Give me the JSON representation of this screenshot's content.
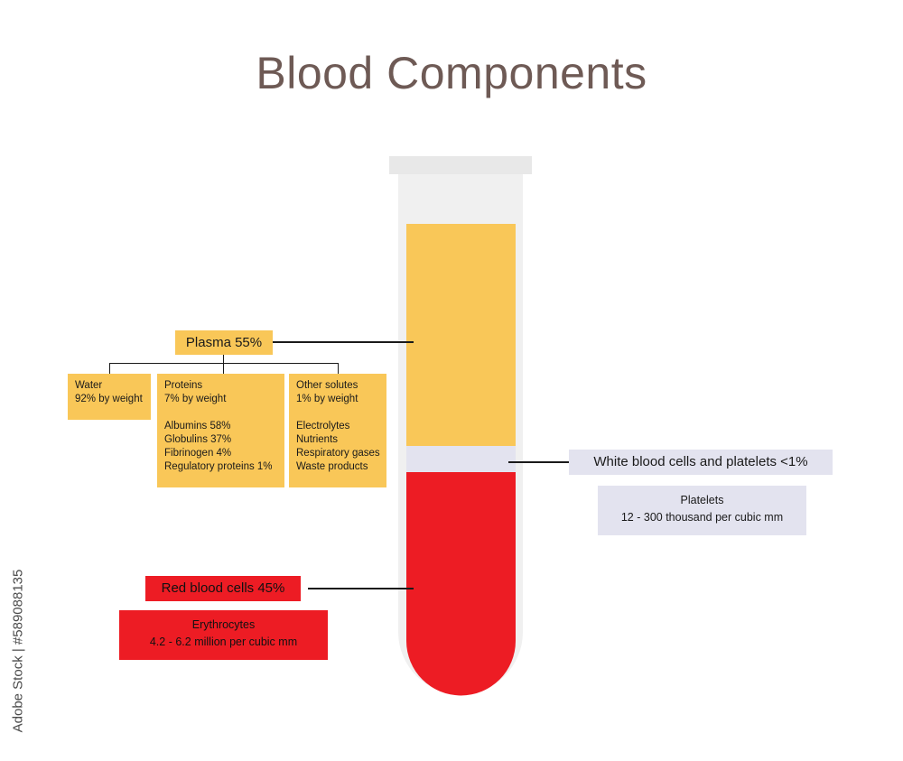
{
  "title": "Blood Components",
  "colors": {
    "plasma": "#f9c758",
    "buffy_coat": "#e3e3ef",
    "red_cells": "#ed1c24",
    "tube": "#eeeeee",
    "title": "#6e5a55"
  },
  "plasma": {
    "label": "Plasma 55%",
    "water": {
      "line1": "Water",
      "line2": "92% by weight"
    },
    "proteins": {
      "line1": "Proteins",
      "line2": "7% by weight",
      "items": [
        "Albumins 58%",
        "Globulins 37%",
        "Fibrinogen 4%",
        "Regulatory proteins 1%"
      ]
    },
    "other_solutes": {
      "line1": "Other solutes",
      "line2": "1% by weight",
      "items": [
        "Electrolytes",
        "Nutrients",
        "Respiratory gases",
        "Waste products"
      ]
    }
  },
  "wbc_platelets": {
    "label": "White blood cells and platelets  <1%",
    "detail_title": "Platelets",
    "detail_value": "12 - 300 thousand per cubic mm"
  },
  "red_blood_cells": {
    "label": "Red blood cells  45%",
    "detail_title": "Erythrocytes",
    "detail_value": "4.2 - 6.2 million per cubic mm"
  },
  "stock_credit": "Adobe Stock | #589088135"
}
